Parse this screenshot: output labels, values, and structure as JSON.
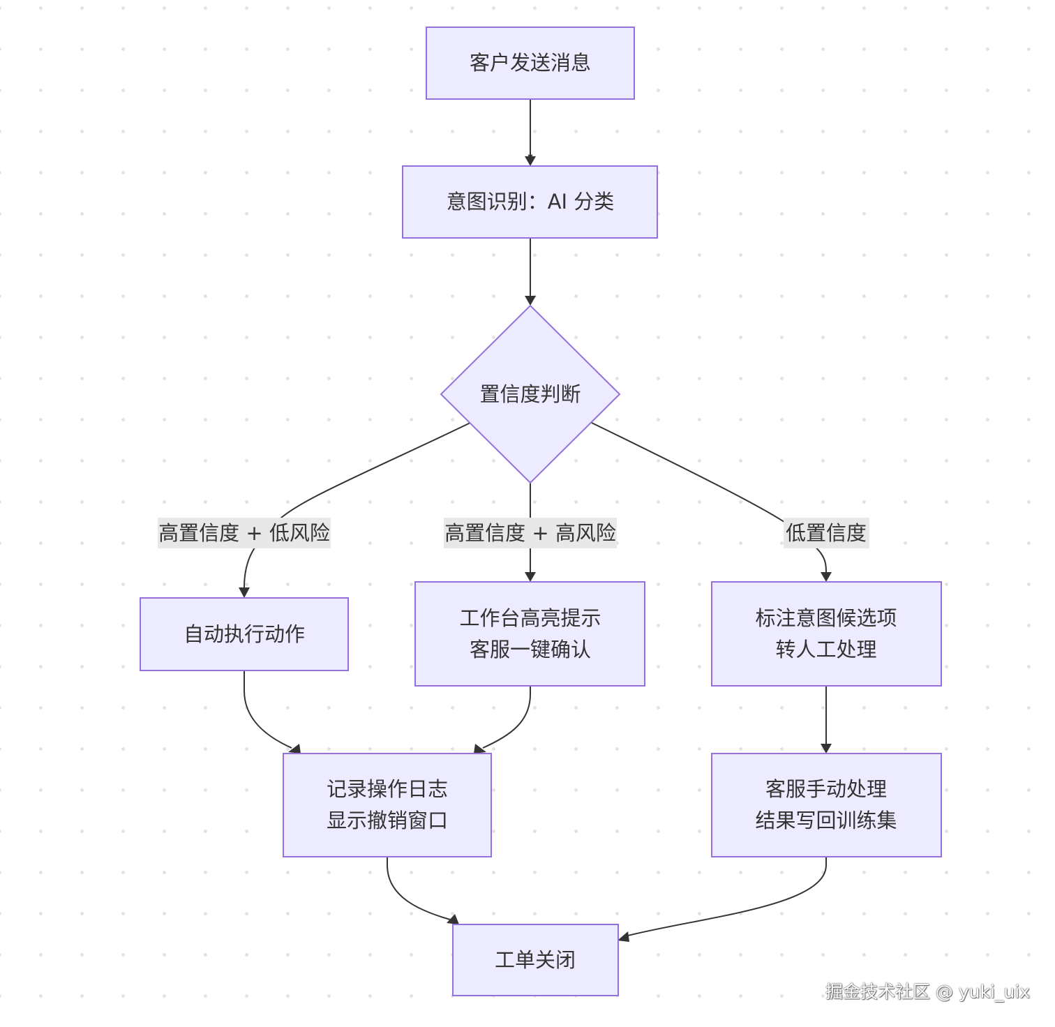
{
  "nodes": {
    "start": {
      "lines": [
        "客户发送消息"
      ]
    },
    "intent": {
      "lines": [
        "意图识别：AI 分类"
      ]
    },
    "decision": {
      "lines": [
        "置信度判断"
      ]
    },
    "auto": {
      "lines": [
        "自动执行动作"
      ]
    },
    "highlight": {
      "lines": [
        "工作台高亮提示",
        "客服一键确认"
      ]
    },
    "annotate": {
      "lines": [
        "标注意图候选项",
        "转人工处理"
      ]
    },
    "log": {
      "lines": [
        "记录操作日志",
        "显示撤销窗口"
      ]
    },
    "manual": {
      "lines": [
        "客服手动处理",
        "结果写回训练集"
      ]
    },
    "close": {
      "lines": [
        "工单关闭"
      ]
    }
  },
  "edge_labels": {
    "high_low_risk": "高置信度 + 低风险",
    "high_high_risk": "高置信度 + 高风险",
    "low_conf": "低置信度"
  },
  "watermark": "掘金技术社区 @ yuki_uix",
  "colors": {
    "node_fill": "#ECEBFF",
    "node_stroke": "#9370DB",
    "edge": "#333333",
    "label_bg": "#E8E8E8"
  }
}
